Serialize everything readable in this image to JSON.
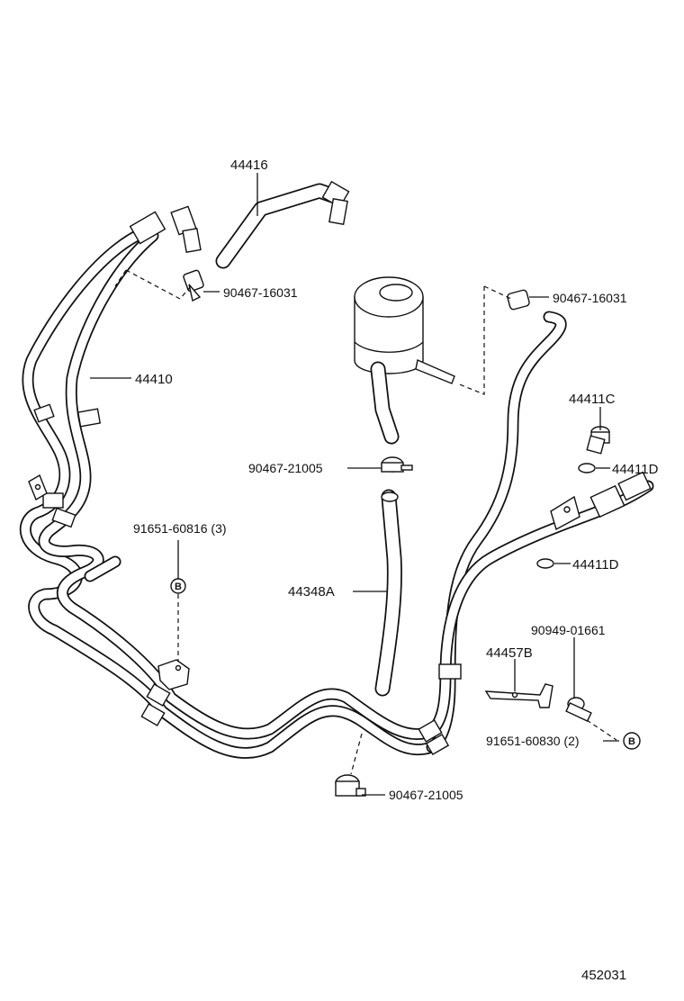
{
  "parts": {
    "p44416": "44416",
    "p90467_16031_left": "90467-16031",
    "p90467_16031_right": "90467-16031",
    "p44410": "44410",
    "p44411C": "44411C",
    "p44411D_upper": "44411D",
    "p44411D_lower": "44411D",
    "p90467_21005_upper": "90467-21005",
    "p91651_60816": "91651-60816 (3)",
    "p44348A": "44348A",
    "p90949_01661": "90949-01661",
    "p44457B": "44457B",
    "p91651_60830": "91651-60830 (2)",
    "p90467_21005_lower": "90467-21005"
  },
  "ref_marks": {
    "left": "B",
    "right": "B"
  },
  "diagram_number": "452031"
}
